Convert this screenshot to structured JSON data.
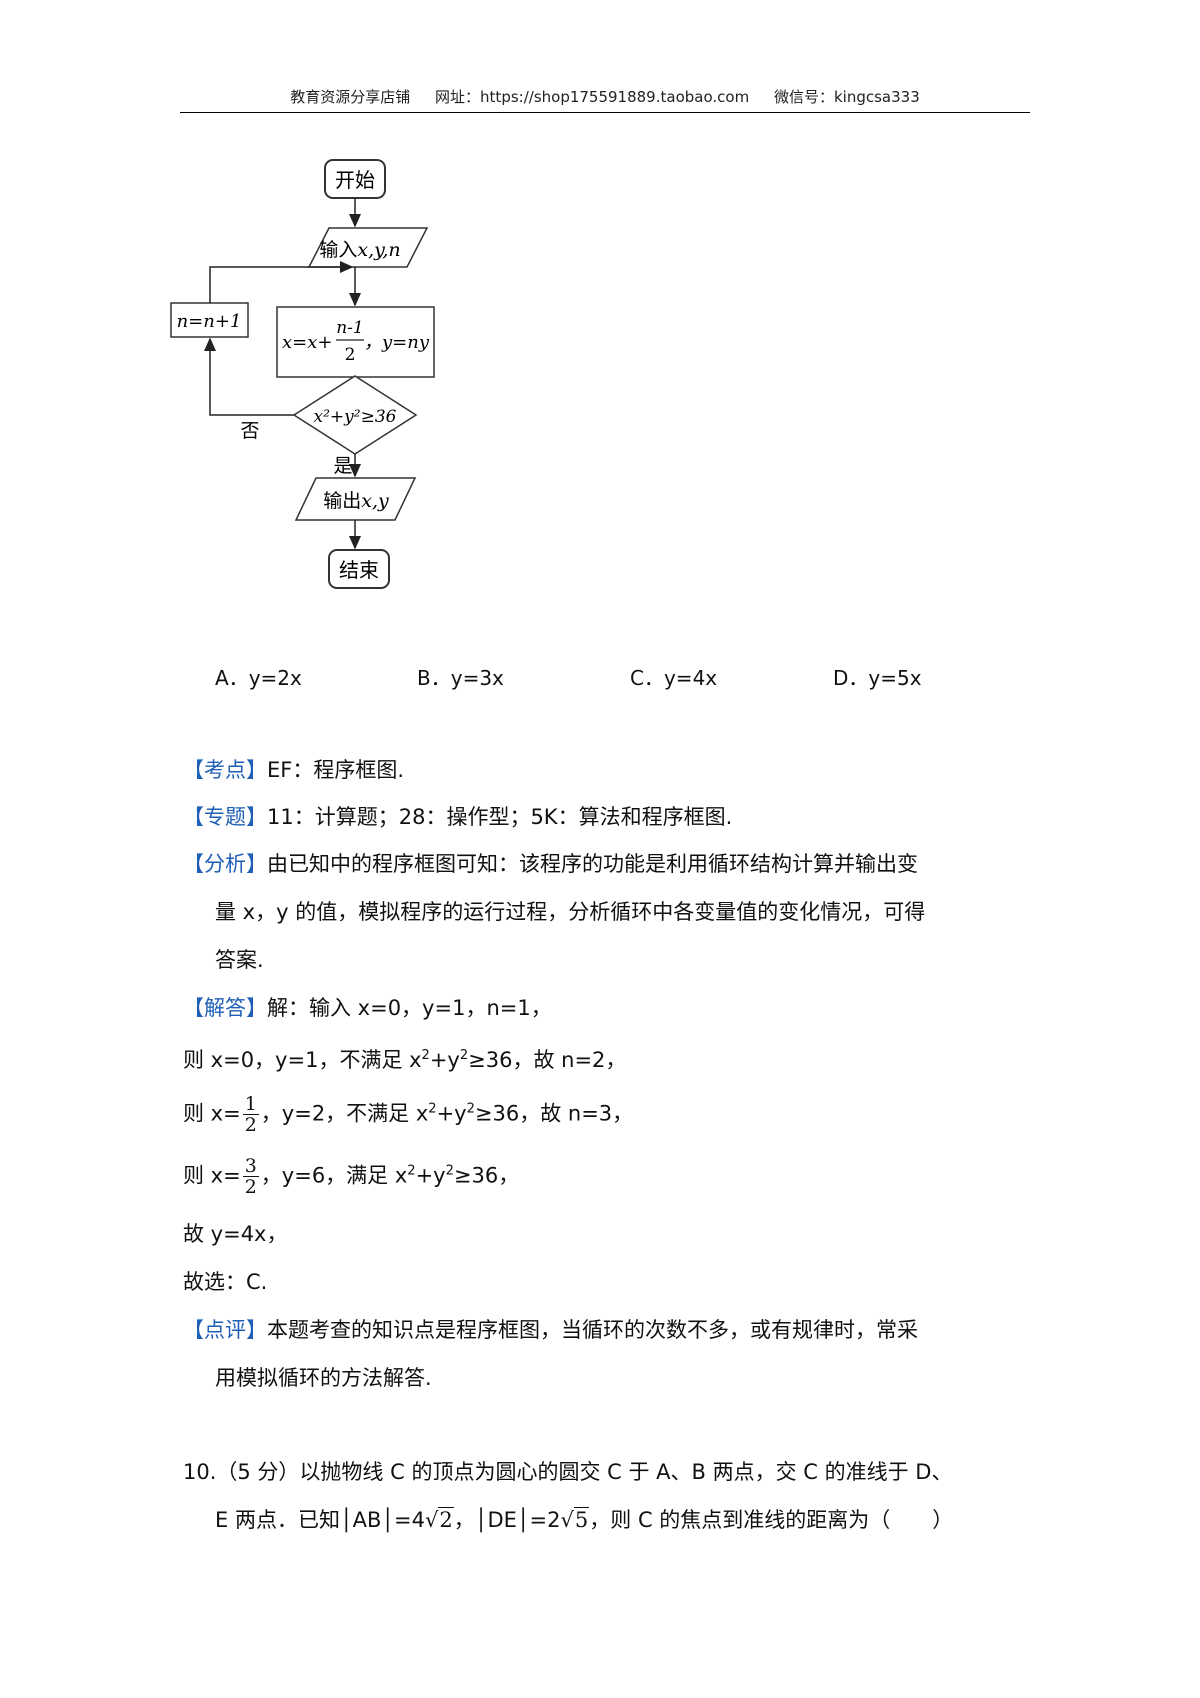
{
  "header": {
    "shop": "教育资源分享店铺",
    "url": "网址：https://shop175591889.taobao.com",
    "wechat": "微信号：kingcsa333"
  },
  "flowchart": {
    "start": "开始",
    "input_prefix": "输入",
    "input_vars": "x,y,n",
    "process_x": "x=x+",
    "process_frac_num": "n-1",
    "process_frac_den": "2",
    "process_y": "，y=ny",
    "loop_box": "n=n+1",
    "condition": "x²+y²≥36",
    "no_label": "否",
    "yes_label": "是",
    "output_prefix": "输出",
    "output_vars": "x,y",
    "end": "结束"
  },
  "options": [
    {
      "letter": "A．",
      "text": "y=2x"
    },
    {
      "letter": "B．",
      "text": "y=3x"
    },
    {
      "letter": "C．",
      "text": "y=4x"
    },
    {
      "letter": "D．",
      "text": "y=5x"
    }
  ],
  "kaodian": {
    "tag": "【考点】",
    "text": "EF：程序框图."
  },
  "zhuanti": {
    "tag": "【专题】",
    "text": "11：计算题；28：操作型；5K：算法和程序框图."
  },
  "fenxi": {
    "tag": "【分析】",
    "line1": "由已知中的程序框图可知：该程序的功能是利用循环结构计算并输出变",
    "line2": "量 x，y 的值，模拟程序的运行过程，分析循环中各变量值的变化情况，可得",
    "line3": "答案."
  },
  "jieda": {
    "tag": "【解答】",
    "intro": "解：输入 x=0，y=1，n=1，",
    "step1_a": "则 x=0，y=1，不满足 x",
    "step1_b": "+y",
    "step1_c": "≥36，故 n=2，",
    "step2_a": "则 x=",
    "step2_num": "1",
    "step2_den": "2",
    "step2_b": "，y=2，不满足 x",
    "step2_c": "+y",
    "step2_d": "≥36，故 n=3，",
    "step3_a": "则 x=",
    "step3_num": "3",
    "step3_den": "2",
    "step3_b": "，y=6，满足 x",
    "step3_c": "+y",
    "step3_d": "≥36，",
    "result": "故 y=4x，",
    "choice": "故选：C."
  },
  "dianping": {
    "tag": "【点评】",
    "line1": "本题考查的知识点是程序框图，当循环的次数不多，或有规律时，常采",
    "line2": "用模拟循环的方法解答."
  },
  "q10": {
    "line1": "10.（5 分）以抛物线 C 的顶点为圆心的圆交 C 于 A、B 两点，交 C 的准线于 D、",
    "line2_a": "E 两点．已知",
    "ab": "AB",
    "ab_eq": "=4",
    "ab_rad": "2",
    "de": "DE",
    "de_eq": "=2",
    "de_rad": "5",
    "line2_b": "，则 C 的焦点到准线的距离为（　　）"
  },
  "sup2": "2"
}
